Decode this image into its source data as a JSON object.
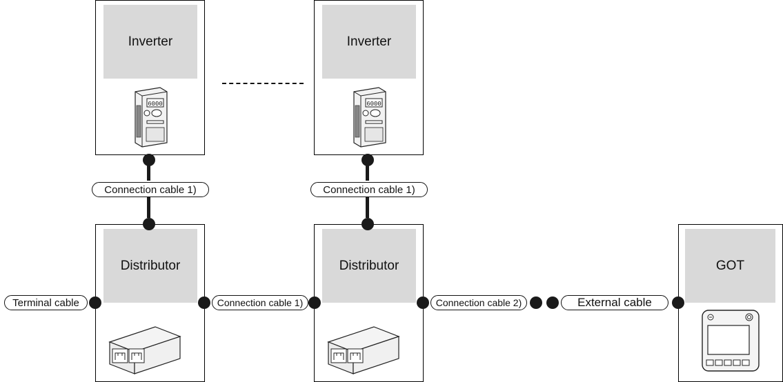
{
  "nodes": {
    "inverter_1": {
      "label": "Inverter"
    },
    "inverter_2": {
      "label": "Inverter"
    },
    "distributor_1": {
      "label": "Distributor"
    },
    "distributor_2": {
      "label": "Distributor"
    },
    "got": {
      "label": "GOT"
    }
  },
  "cables": {
    "connection_cable_1_upper_left": "Connection cable 1)",
    "connection_cable_1_upper_right": "Connection cable 1)",
    "connection_cable_1_lower": "Connection cable 1)",
    "terminal_cable": "Terminal cable",
    "connection_cable_2": "Connection cable 2)",
    "external_cable": "External cable"
  },
  "icons": {
    "inverter": "inverter-device-icon",
    "distributor": "distributor-hub-icon",
    "got": "got-panel-icon"
  },
  "inverter_display_value": "6000"
}
